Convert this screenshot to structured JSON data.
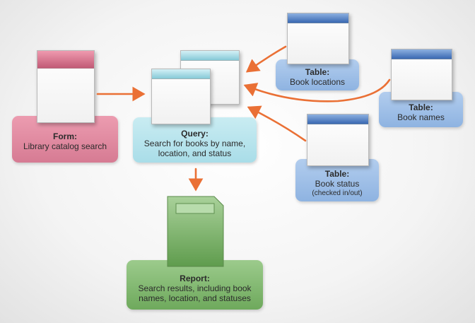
{
  "form": {
    "title": "Form:",
    "desc": "Library catalog search"
  },
  "query": {
    "title": "Query:",
    "desc_line1": "Search for books by name,",
    "desc_line2": "location, and status"
  },
  "table_locations": {
    "title": "Table:",
    "desc": "Book locations"
  },
  "table_names": {
    "title": "Table:",
    "desc": "Book names"
  },
  "table_status": {
    "title": "Table:",
    "desc": "Book status",
    "note": "(checked in/out)"
  },
  "report": {
    "title": "Report:",
    "desc_line1": "Search results, including book",
    "desc_line2": "names, location, and statuses"
  },
  "colors": {
    "arrow": "#ea7035",
    "form": "#d67b93",
    "query": "#a9dde8",
    "table": "#8eb3e1",
    "report": "#6ea95c"
  },
  "icons": [
    "form-window-icon",
    "query-window-icon",
    "table-window-icon",
    "report-document-icon"
  ]
}
